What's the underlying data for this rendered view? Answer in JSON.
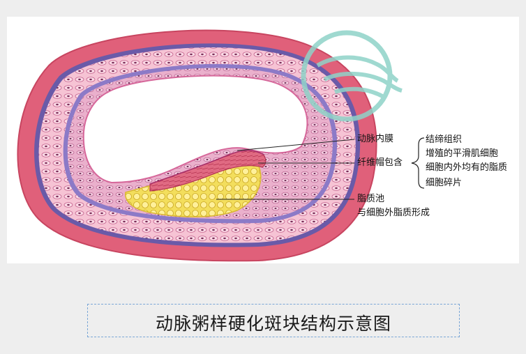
{
  "labels": {
    "intima": "动脉内膜",
    "fibrous_cap": "纤维帽包含",
    "cap_components": [
      "结缔组织",
      "增殖的平滑肌细胞",
      "细胞内外均有的脂质",
      "细胞碎片"
    ],
    "lipid_pool": "脂质池",
    "lipid_pool_desc": "与细胞外脂质形成"
  },
  "caption": "动脉粥样硬化斑块结构示意图",
  "colors": {
    "adventitia": "#e0607a",
    "media": "#f4b5c9",
    "elastic_lamina": "#6a5aa8",
    "intima_layer": "#e7a7c6",
    "fibrous_cap": "#d84a66",
    "lipid": "#f2dd55",
    "logo": "#8fd3c8"
  }
}
